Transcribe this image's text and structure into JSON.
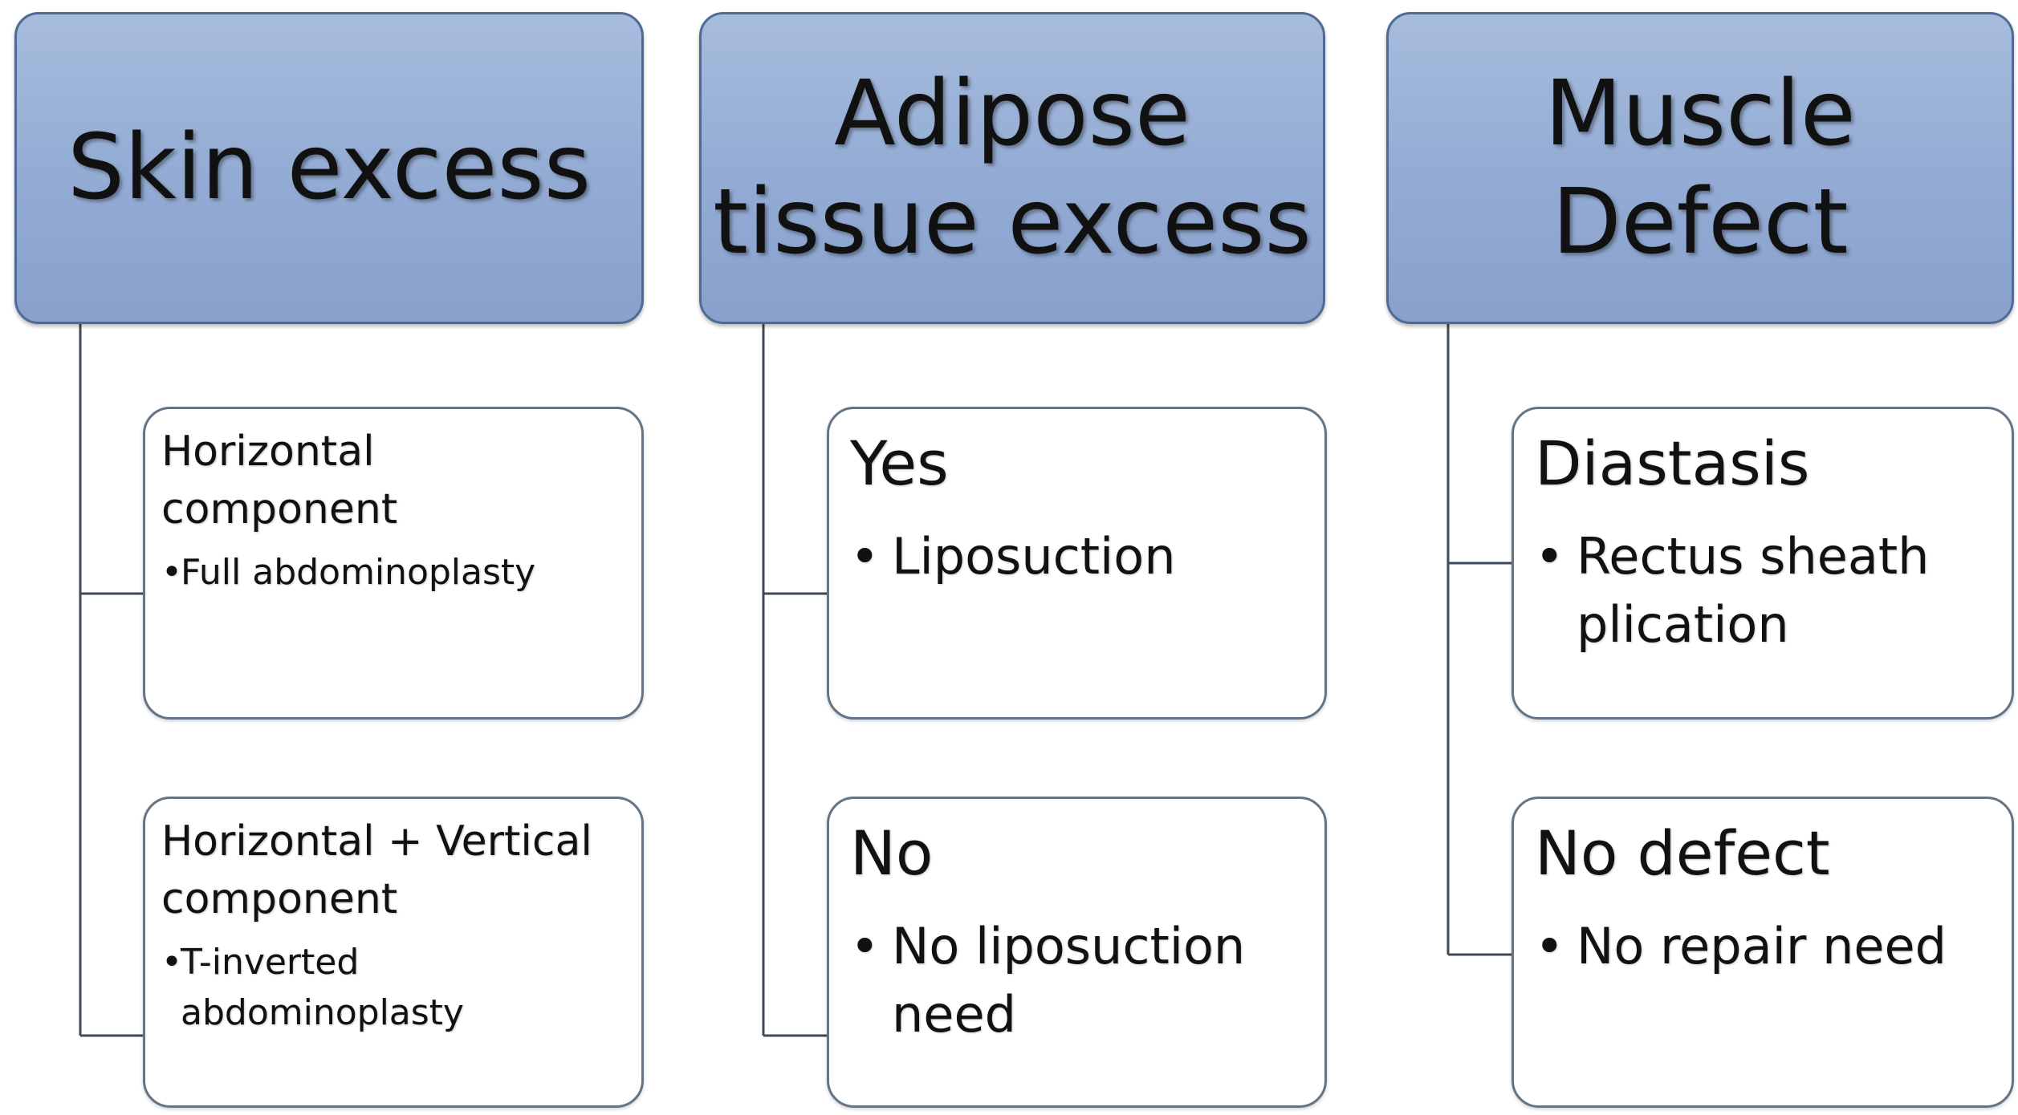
{
  "columns": [
    {
      "header": "Skin excess",
      "children": [
        {
          "title": "Horizontal\ncomponent",
          "bullet": "Full abdominoplasty"
        },
        {
          "title": "Horizontal + Vertical\ncomponent",
          "bullet": "T-inverted\nabdominoplasty"
        }
      ]
    },
    {
      "header": "Adipose\ntissue excess",
      "children": [
        {
          "title": "Yes",
          "bullet": "Liposuction"
        },
        {
          "title": "No",
          "bullet": "No liposuction\nneed"
        }
      ]
    },
    {
      "header": "Muscle\nDefect",
      "children": [
        {
          "title": "Diastasis",
          "bullet": "Rectus sheath\nplication"
        },
        {
          "title": "No defect",
          "bullet": "No repair need"
        }
      ]
    }
  ],
  "bullet_symbol": "•",
  "colors": {
    "header_fill": "#95add5",
    "header_border": "#4f6b95",
    "box_border": "#647487",
    "connector": "#3e4a57"
  }
}
